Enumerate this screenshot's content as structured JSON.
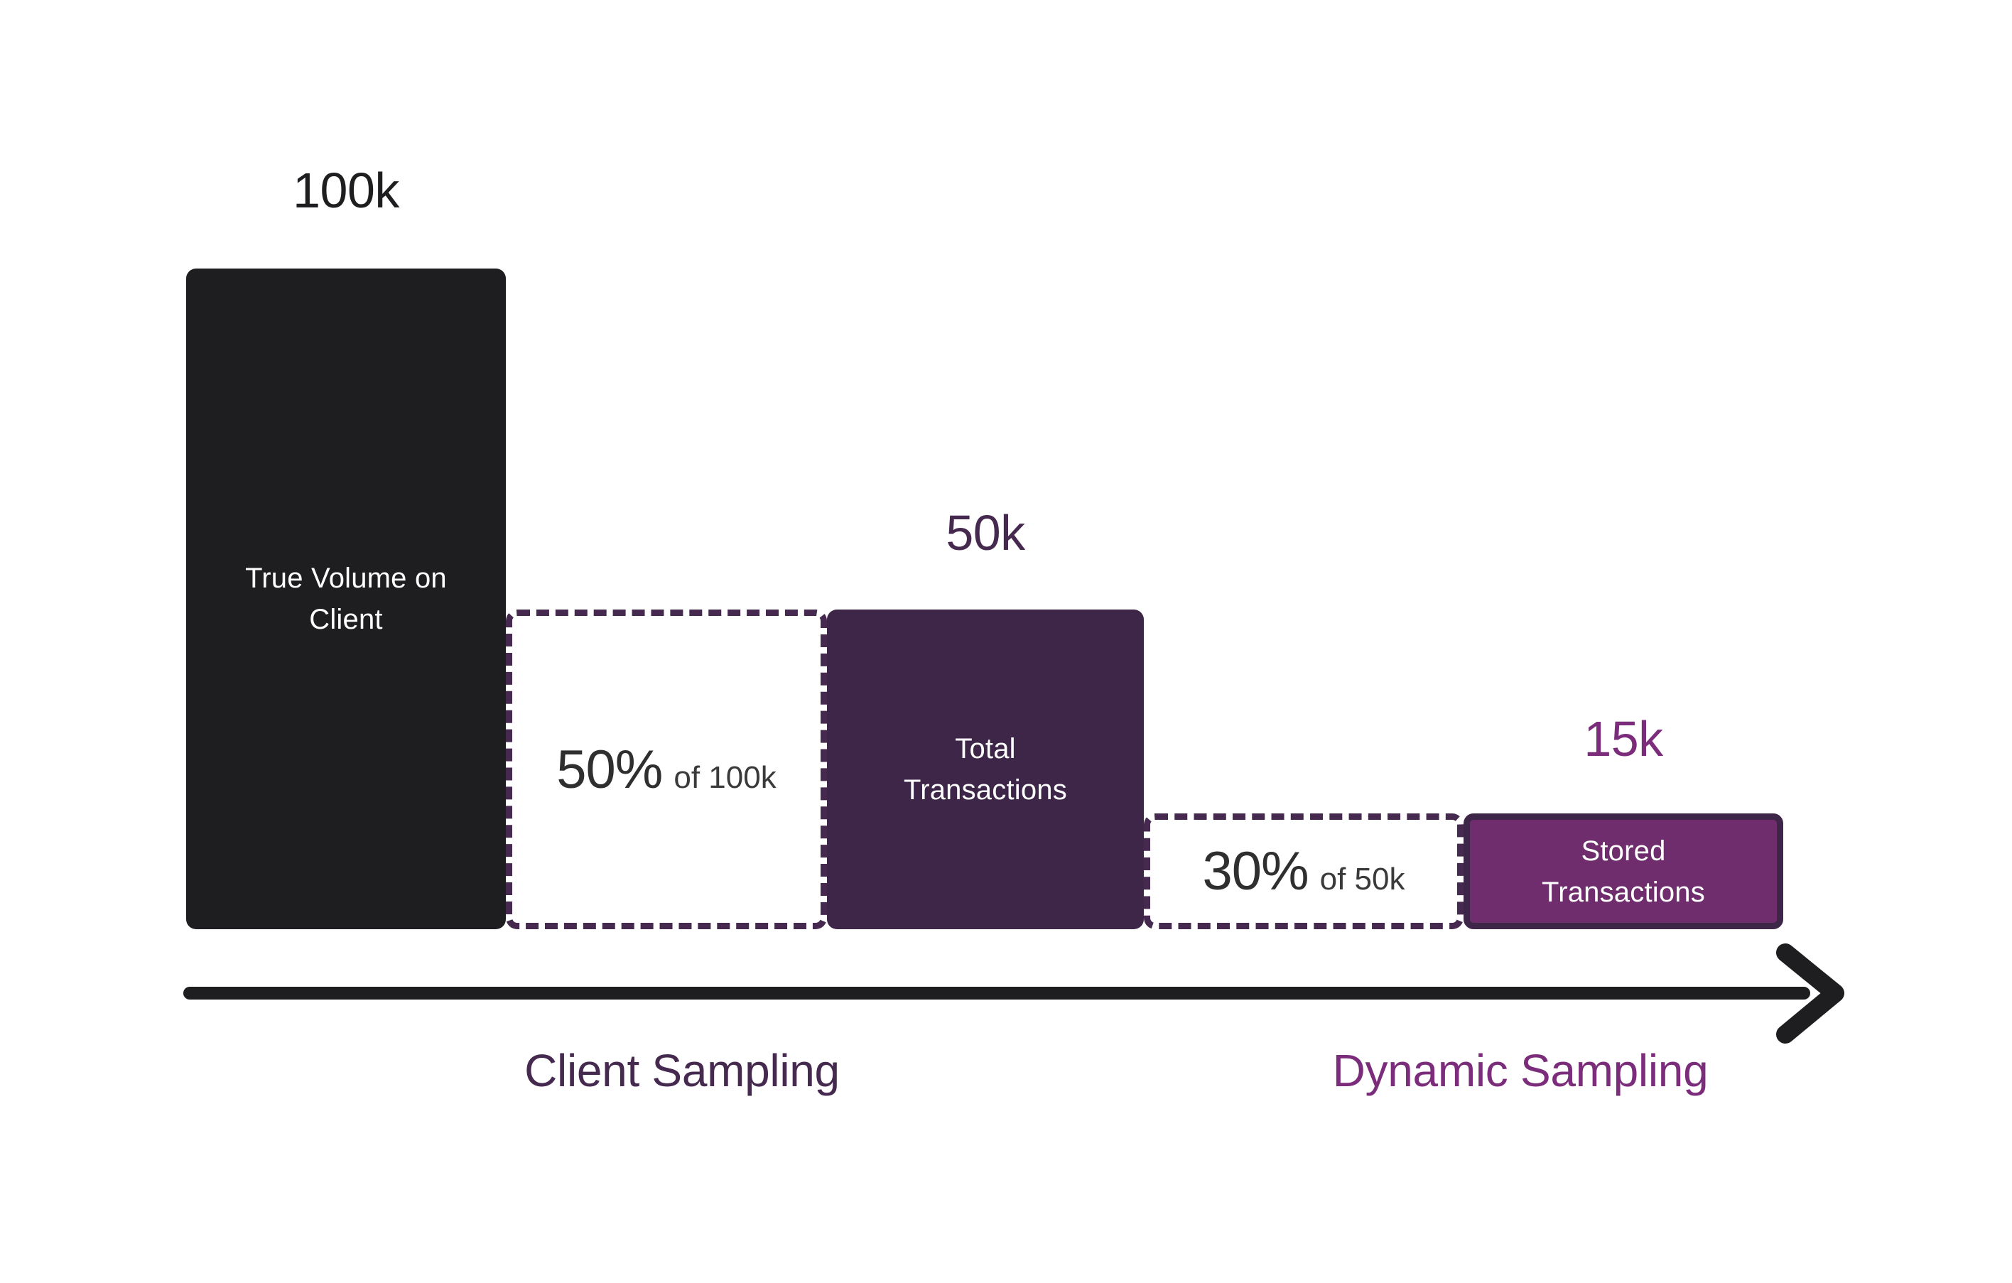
{
  "chart_data": {
    "type": "bar",
    "title": "",
    "subtitle": "",
    "xlabel": "",
    "ylabel": "",
    "grid": false,
    "legend_position": "none",
    "description": "Funnel showing transaction volume reduction through client sampling then dynamic sampling",
    "categories": [
      "True Volume on Client",
      "Total Transactions",
      "Stored Transactions"
    ],
    "values": [
      100000,
      50000,
      15000
    ],
    "value_labels": [
      "100k",
      "50k",
      "15k"
    ],
    "reductions": [
      {
        "percent": "50%",
        "of_label": "of 100k",
        "from": 100000,
        "to": 50000,
        "rate": 0.5
      },
      {
        "percent": "30%",
        "of_label": "of 50k",
        "from": 50000,
        "to": 15000,
        "rate": 0.3
      }
    ],
    "stages": [
      "Client Sampling",
      "Dynamic Sampling"
    ]
  },
  "bars": [
    {
      "id": "true-volume",
      "value_label": "100k",
      "label_line1": "True Volume on",
      "label_line2": "Client",
      "fill": "#1e1e20",
      "text_color": "#ffffff"
    },
    {
      "id": "total-transactions",
      "value_label": "50k",
      "label_line1": "Total",
      "label_line2": "Transactions",
      "fill": "#3e2649",
      "text_color": "#ffffff"
    },
    {
      "id": "stored-transactions",
      "value_label": "15k",
      "label_line1": "Stored",
      "label_line2": "Transactions",
      "fill": "#6f2d6e",
      "border": "#3e2649",
      "text_color": "#ffffff"
    }
  ],
  "dropoffs": [
    {
      "id": "client-sampling-dropoff",
      "percent": "50%",
      "of_label": "of 100k",
      "border_color": "#46294f"
    },
    {
      "id": "dynamic-sampling-dropoff",
      "percent": "30%",
      "of_label": "of 50k",
      "border_color": "#46294f"
    }
  ],
  "axis": {
    "name": "flow-arrow",
    "color": "#1e1e20",
    "direction": "right"
  },
  "stage_captions": [
    {
      "id": "client-sampling",
      "label": "Client Sampling",
      "color": "#46294f"
    },
    {
      "id": "dynamic-sampling",
      "label": "Dynamic Sampling",
      "color": "#7b2d7b"
    }
  ],
  "colors": {
    "background": "#ffffff",
    "black": "#1e1e20",
    "purple_dark": "#3e2649",
    "purple_outline": "#46294f",
    "purple_light": "#6f2d6e",
    "magenta": "#7b2d7b"
  }
}
